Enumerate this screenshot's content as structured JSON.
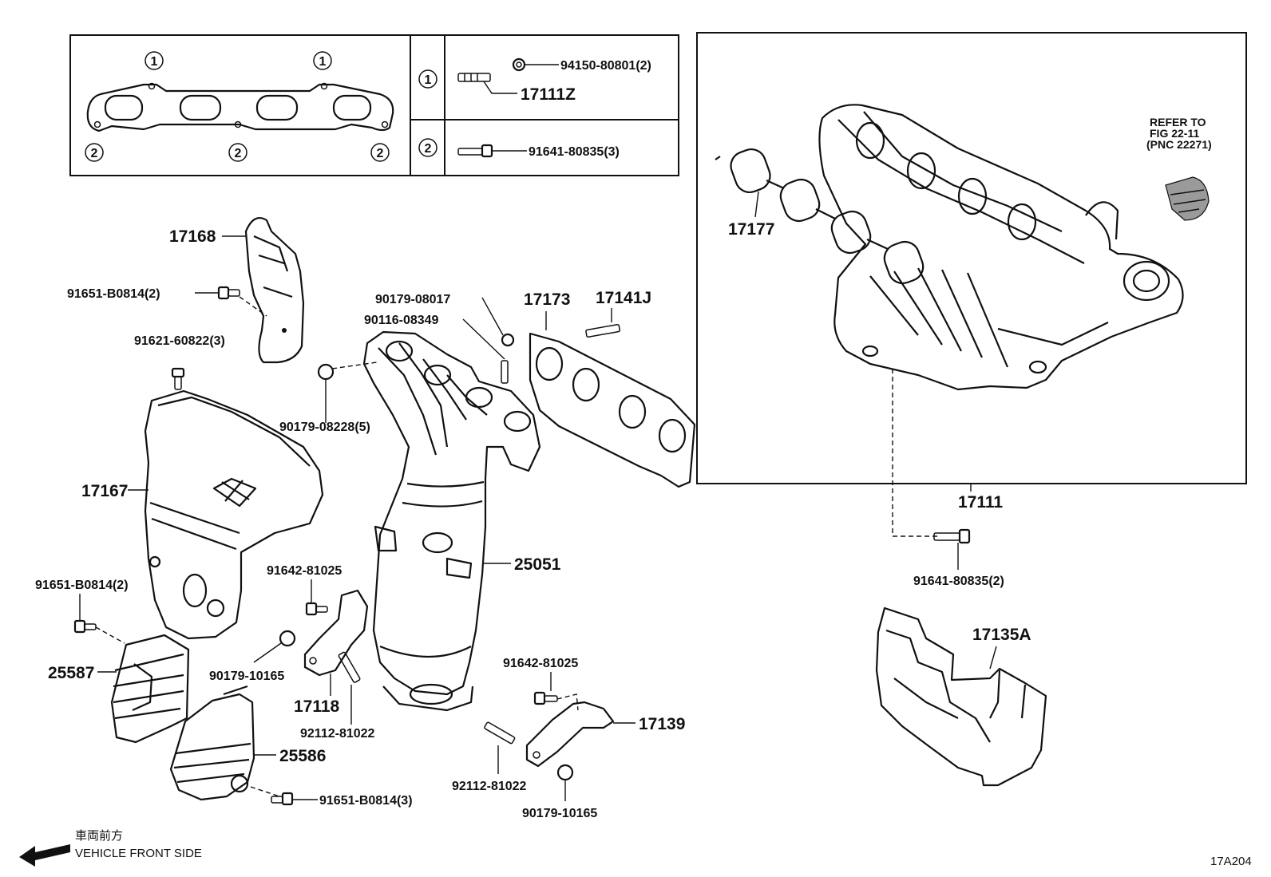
{
  "gasket_detail": {
    "callout_1": "1",
    "callout_2": "2",
    "row1_part_a": "94150-80801(2)",
    "row1_part_b": "17111Z",
    "row2_part": "91641-80835(3)"
  },
  "parts": {
    "p17168": "17168",
    "p91651_a": "91651-B0814(2)",
    "p91621": "91621-60822(3)",
    "p17167": "17167",
    "p91651_b": "91651-B0814(2)",
    "p25587": "25587",
    "p25586": "25586",
    "p91651_c": "91651-B0814(3)",
    "p90179_08017": "90179-08017",
    "p90116": "90116-08349",
    "p90179_08228": "90179-08228(5)",
    "p17173": "17173",
    "p17141j": "17141J",
    "p25051": "25051",
    "p91642_a": "91642-81025",
    "p90179_10165_a": "90179-10165",
    "p17118": "17118",
    "p92112_a": "92112-81022",
    "p91642_b": "91642-81025",
    "p17139": "17139",
    "p92112_b": "92112-81022",
    "p90179_10165_b": "90179-10165",
    "p17177": "17177",
    "p17111": "17111",
    "p91641_b": "91641-80835(2)",
    "p17135a": "17135A"
  },
  "refer": {
    "line1": "REFER TO",
    "line2": "FIG 22-11",
    "line3": "(PNC 22271)"
  },
  "footer": {
    "front_jp": "車両前方",
    "front_en": "VEHICLE FRONT SIDE",
    "code": "17A204"
  }
}
